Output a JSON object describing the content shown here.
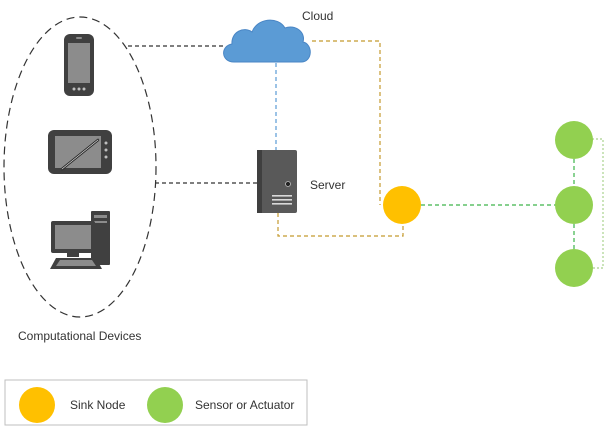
{
  "labels": {
    "cloud": "Cloud",
    "server": "Server",
    "devices_group": "Computational Devices"
  },
  "legend": {
    "sink_node": "Sink Node",
    "sensor_actuator": "Sensor or Actuator"
  },
  "icons": {
    "cloud": "cloud-icon",
    "server": "server-tower-icon",
    "smartphone": "smartphone-icon",
    "tablet": "tablet-stylus-icon",
    "desktop": "desktop-computer-icon"
  },
  "colors": {
    "sink_node": "#FFC000",
    "sensor_actuator": "#92D050",
    "cloud": "#5B9BD5",
    "link_black": "#333333",
    "link_orange": "#C49A2E",
    "link_blue": "#5B9BD5",
    "link_green": "#3DB54A",
    "device_gray": "#595959"
  }
}
